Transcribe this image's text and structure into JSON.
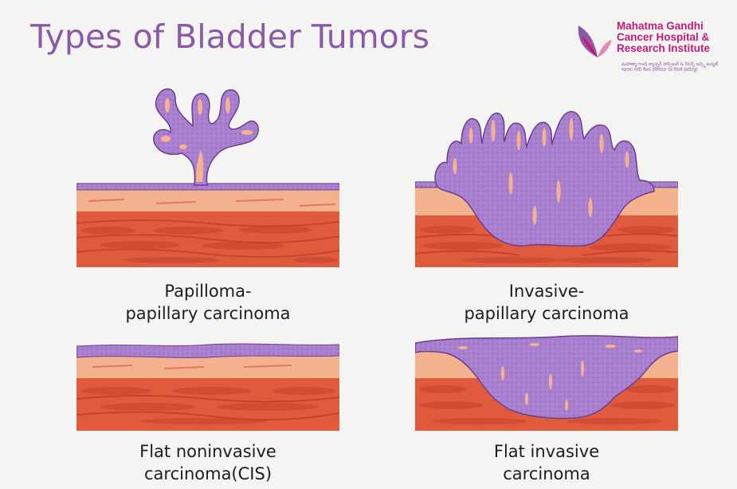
{
  "title": "Types of Bladder Tumors",
  "logo": {
    "line1": "Mahatma Gandhi",
    "line2": "Cancer Hospital &",
    "line3": "Research Institute",
    "subtext_te": "మహాత్మా గాంధీ క్యాన్సర్ హాస్పిటల్ & రీసెర్చ్ ఇన్స్టిట్యూట్",
    "subtext_hi": "महात्मा गांधी कैंसर हॉस्पिटल एंड रिसर्च इंस्टीट्यूट"
  },
  "panels": [
    {
      "caption_line1": "Papilloma-",
      "caption_line2": "papillary carcinoma"
    },
    {
      "caption_line1": "Invasive-",
      "caption_line2": "papillary carcinoma"
    },
    {
      "caption_line1": "Flat noninvasive",
      "caption_line2": "carcinoma(CIS)"
    },
    {
      "caption_line1": "Flat invasive",
      "caption_line2": "carcinoma"
    }
  ],
  "colors": {
    "background": "#f4f4f2",
    "title": "#8a5aa9",
    "tumor": "#a97fcf",
    "tumor_outline": "#6a3f8c",
    "tissue_light": "#f5b28e",
    "muscle": "#e05a3e",
    "muscle_dark": "#c8422b",
    "logo_text": "#c4197a"
  }
}
